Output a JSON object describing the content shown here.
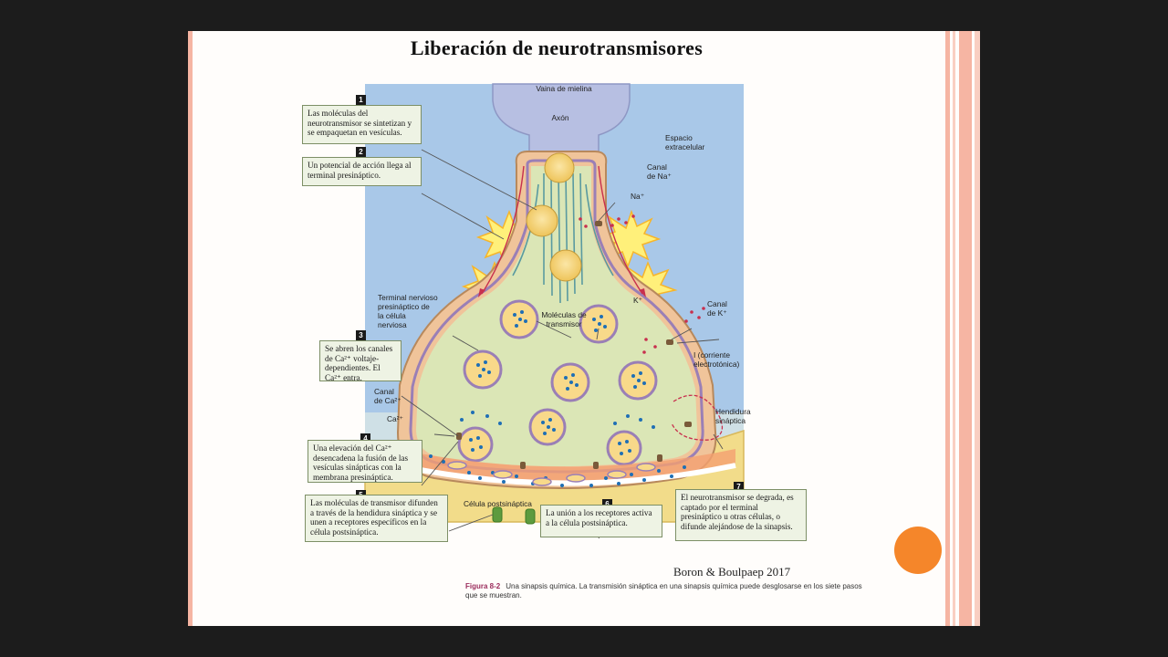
{
  "slide": {
    "title": "Liberación de neurotransmisores",
    "attribution": "Boron & Boulpaep 2017"
  },
  "figure": {
    "caption_label": "Figura 8-2",
    "caption_text": "Una sinapsis química. La transmisión sináptica en una sinapsis química puede desglosarse en los siete pasos que se muestran.",
    "labels": {
      "myelin": "Vaina de mielina",
      "axon": "Axón",
      "extracellular_l1": "Espacio",
      "extracellular_l2": "extracelular",
      "na_channel_l1": "Canal",
      "na_channel_l2": "de Na⁺",
      "na_ion": "Na⁺",
      "terminal_l1": "Terminal nervioso",
      "terminal_l2": "presináptico de",
      "terminal_l3": "la célula",
      "terminal_l4": "nerviosa",
      "transmitter_l1": "Moléculas de",
      "transmitter_l2": "transmisor",
      "k_ion": "K⁺",
      "k_channel_l1": "Canal",
      "k_channel_l2": "de K⁺",
      "current_l1": "I (corriente",
      "current_l2": "electrotónica)",
      "ca_channel_l1": "Canal",
      "ca_channel_l2": "de Ca²⁺",
      "ca_ion": "Ca²⁺",
      "cleft_l1": "Hendidura",
      "cleft_l2": "sináptica",
      "postsynaptic": "Célula postsináptica"
    },
    "steps": [
      {
        "num": "1",
        "text": "Las moléculas del neurotransmisor se sintetizan y se empaquetan en vesículas."
      },
      {
        "num": "2",
        "text": "Un potencial de acción llega al terminal presináptico."
      },
      {
        "num": "3",
        "text": "Se abren los canales de Ca²⁺ voltaje-dependientes. El Ca²⁺ entra."
      },
      {
        "num": "4",
        "text": "Una elevación del Ca²⁺ desencadena la fusión de las vesículas sinápticas con la membrana presináptica."
      },
      {
        "num": "5",
        "text": "Las moléculas de transmisor difunden a través de la hendidura sináptica y se unen a receptores específicos en la célula postsináptica."
      },
      {
        "num": "6",
        "text": "La unión a los receptores activa a la célula postsináptica."
      },
      {
        "num": "7",
        "text": "El neurotransmisor se degrada, es captado por el terminal presináptico u otras células, o difunde alejándose de la sinapsis."
      }
    ]
  },
  "colors": {
    "accent_orange": "#f5862a",
    "border_salmon": "#f6b5a3",
    "background_blue": "#a9c8e8",
    "terminal_green": "#dbe6b6",
    "vesicle_yellow": "#f6d67a",
    "postsynaptic_yellow": "#f2dc8a"
  }
}
